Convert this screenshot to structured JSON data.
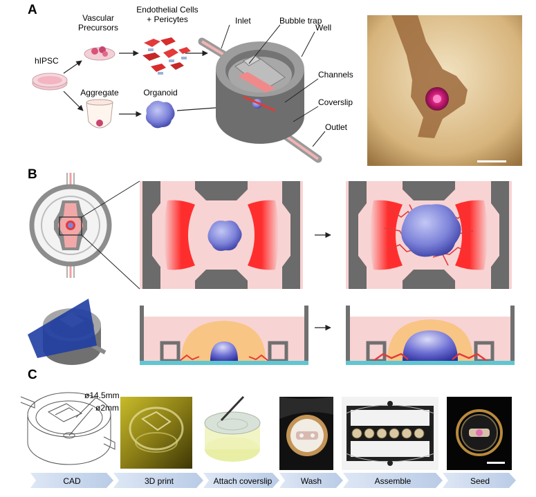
{
  "panels": {
    "A": {
      "letter": "A",
      "labels": {
        "hipsc": "hIPSC",
        "vascular_line1": "Vascular",
        "vascular_line2": "Precursors",
        "endo_line1": "Endothelial Cells",
        "endo_line2": "+ Pericytes",
        "aggregate": "Aggregate",
        "organoid": "Organoid",
        "inlet": "Inlet",
        "bubble_trap": "Bubble trap",
        "well": "Well",
        "channels": "Channels",
        "coverslip": "Coverslip",
        "outlet": "Outlet"
      }
    },
    "B": {
      "letter": "B"
    },
    "C": {
      "letter": "C",
      "dims": {
        "outer": "ø14.5mm",
        "inner": "ø2mm"
      },
      "steps": [
        "CAD",
        "3D print",
        "Attach coverslip",
        "Wash",
        "Assemble",
        "Seed"
      ]
    }
  },
  "colors": {
    "gray": "#8a8a8a",
    "dark_gray": "#6b6b6b",
    "pink_bg": "#f8d3d3",
    "red": "#e8343a",
    "organoid_blue": "#8f95e0",
    "gel_orange": "#f8c585",
    "coverslip_cyan": "#5fc6d2",
    "step_arrow": "#c9d8ee"
  }
}
